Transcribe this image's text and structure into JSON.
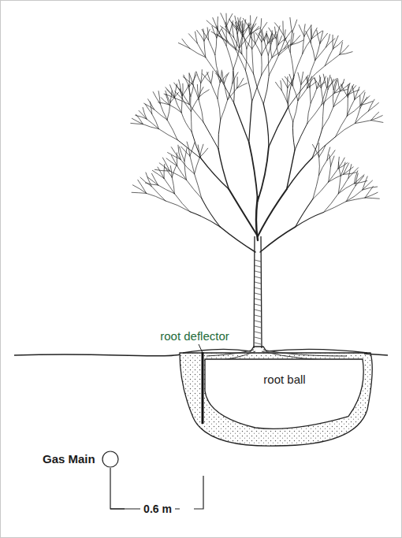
{
  "diagram": {
    "nodes": [
      {
        "text": [
          "root ball"
        ]
      },
      {
        "text": [
          "Gas Main"
        ]
      }
    ],
    "labels": [
      "root deflector",
      "0.6 m"
    ]
  }
}
